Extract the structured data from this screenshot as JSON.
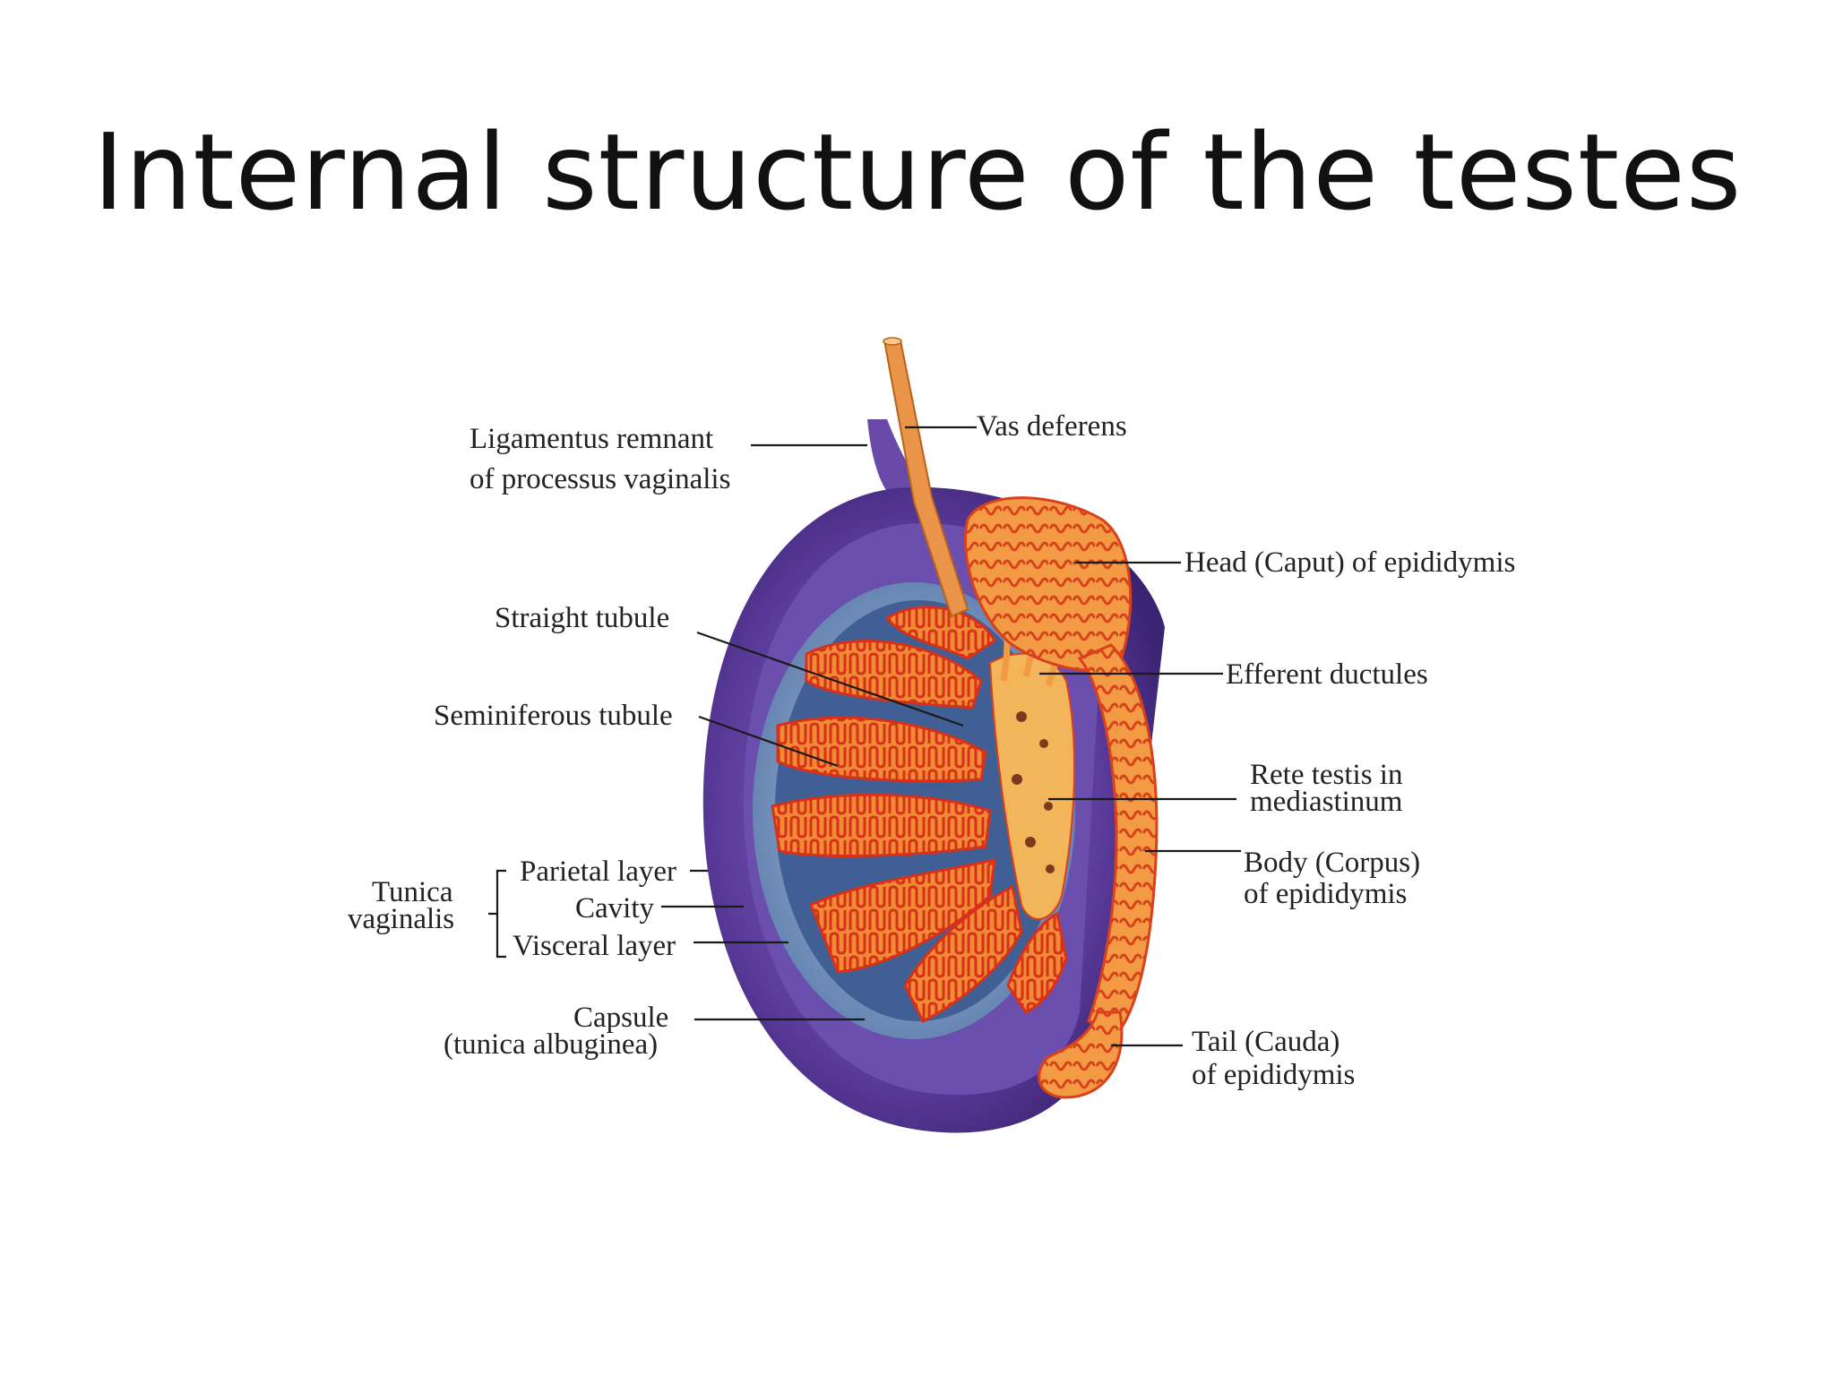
{
  "slide": {
    "title": "Internal structure of the testes"
  },
  "diagram": {
    "labels": {
      "ligamentus_line1": "Ligamentus remnant",
      "ligamentus_line2": "of processus vaginalis",
      "vas_deferens": "Vas deferens",
      "head_epididymis": "Head (Caput) of epididymis",
      "straight_tubule": "Straight tubule",
      "efferent_ductules": "Efferent ductules",
      "seminiferous_tubule": "Seminiferous tubule",
      "rete_line1": "Rete testis in",
      "rete_line2": "mediastinum",
      "tunica_line1": "Tunica",
      "tunica_line2": "vaginalis",
      "parietal_layer": "Parietal layer",
      "cavity": "Cavity",
      "visceral_layer": "Visceral layer",
      "body_line1": "Body (Corpus)",
      "body_line2": "of epididymis",
      "capsule_line1": "Capsule",
      "capsule_line2": "(tunica albuginea)",
      "tail_line1": "Tail (Cauda)",
      "tail_line2": "of epididymis"
    },
    "colors": {
      "tunica_purple": "#4a2f8a",
      "tunica_purple_light": "#7a5cb8",
      "cavity_blue": "#8aa7c8",
      "tubule_orange": "#f07a2a",
      "tubule_red": "#e0341a",
      "epididymis_orange": "#f39a45",
      "rete_yellow": "#f2b55a"
    }
  }
}
